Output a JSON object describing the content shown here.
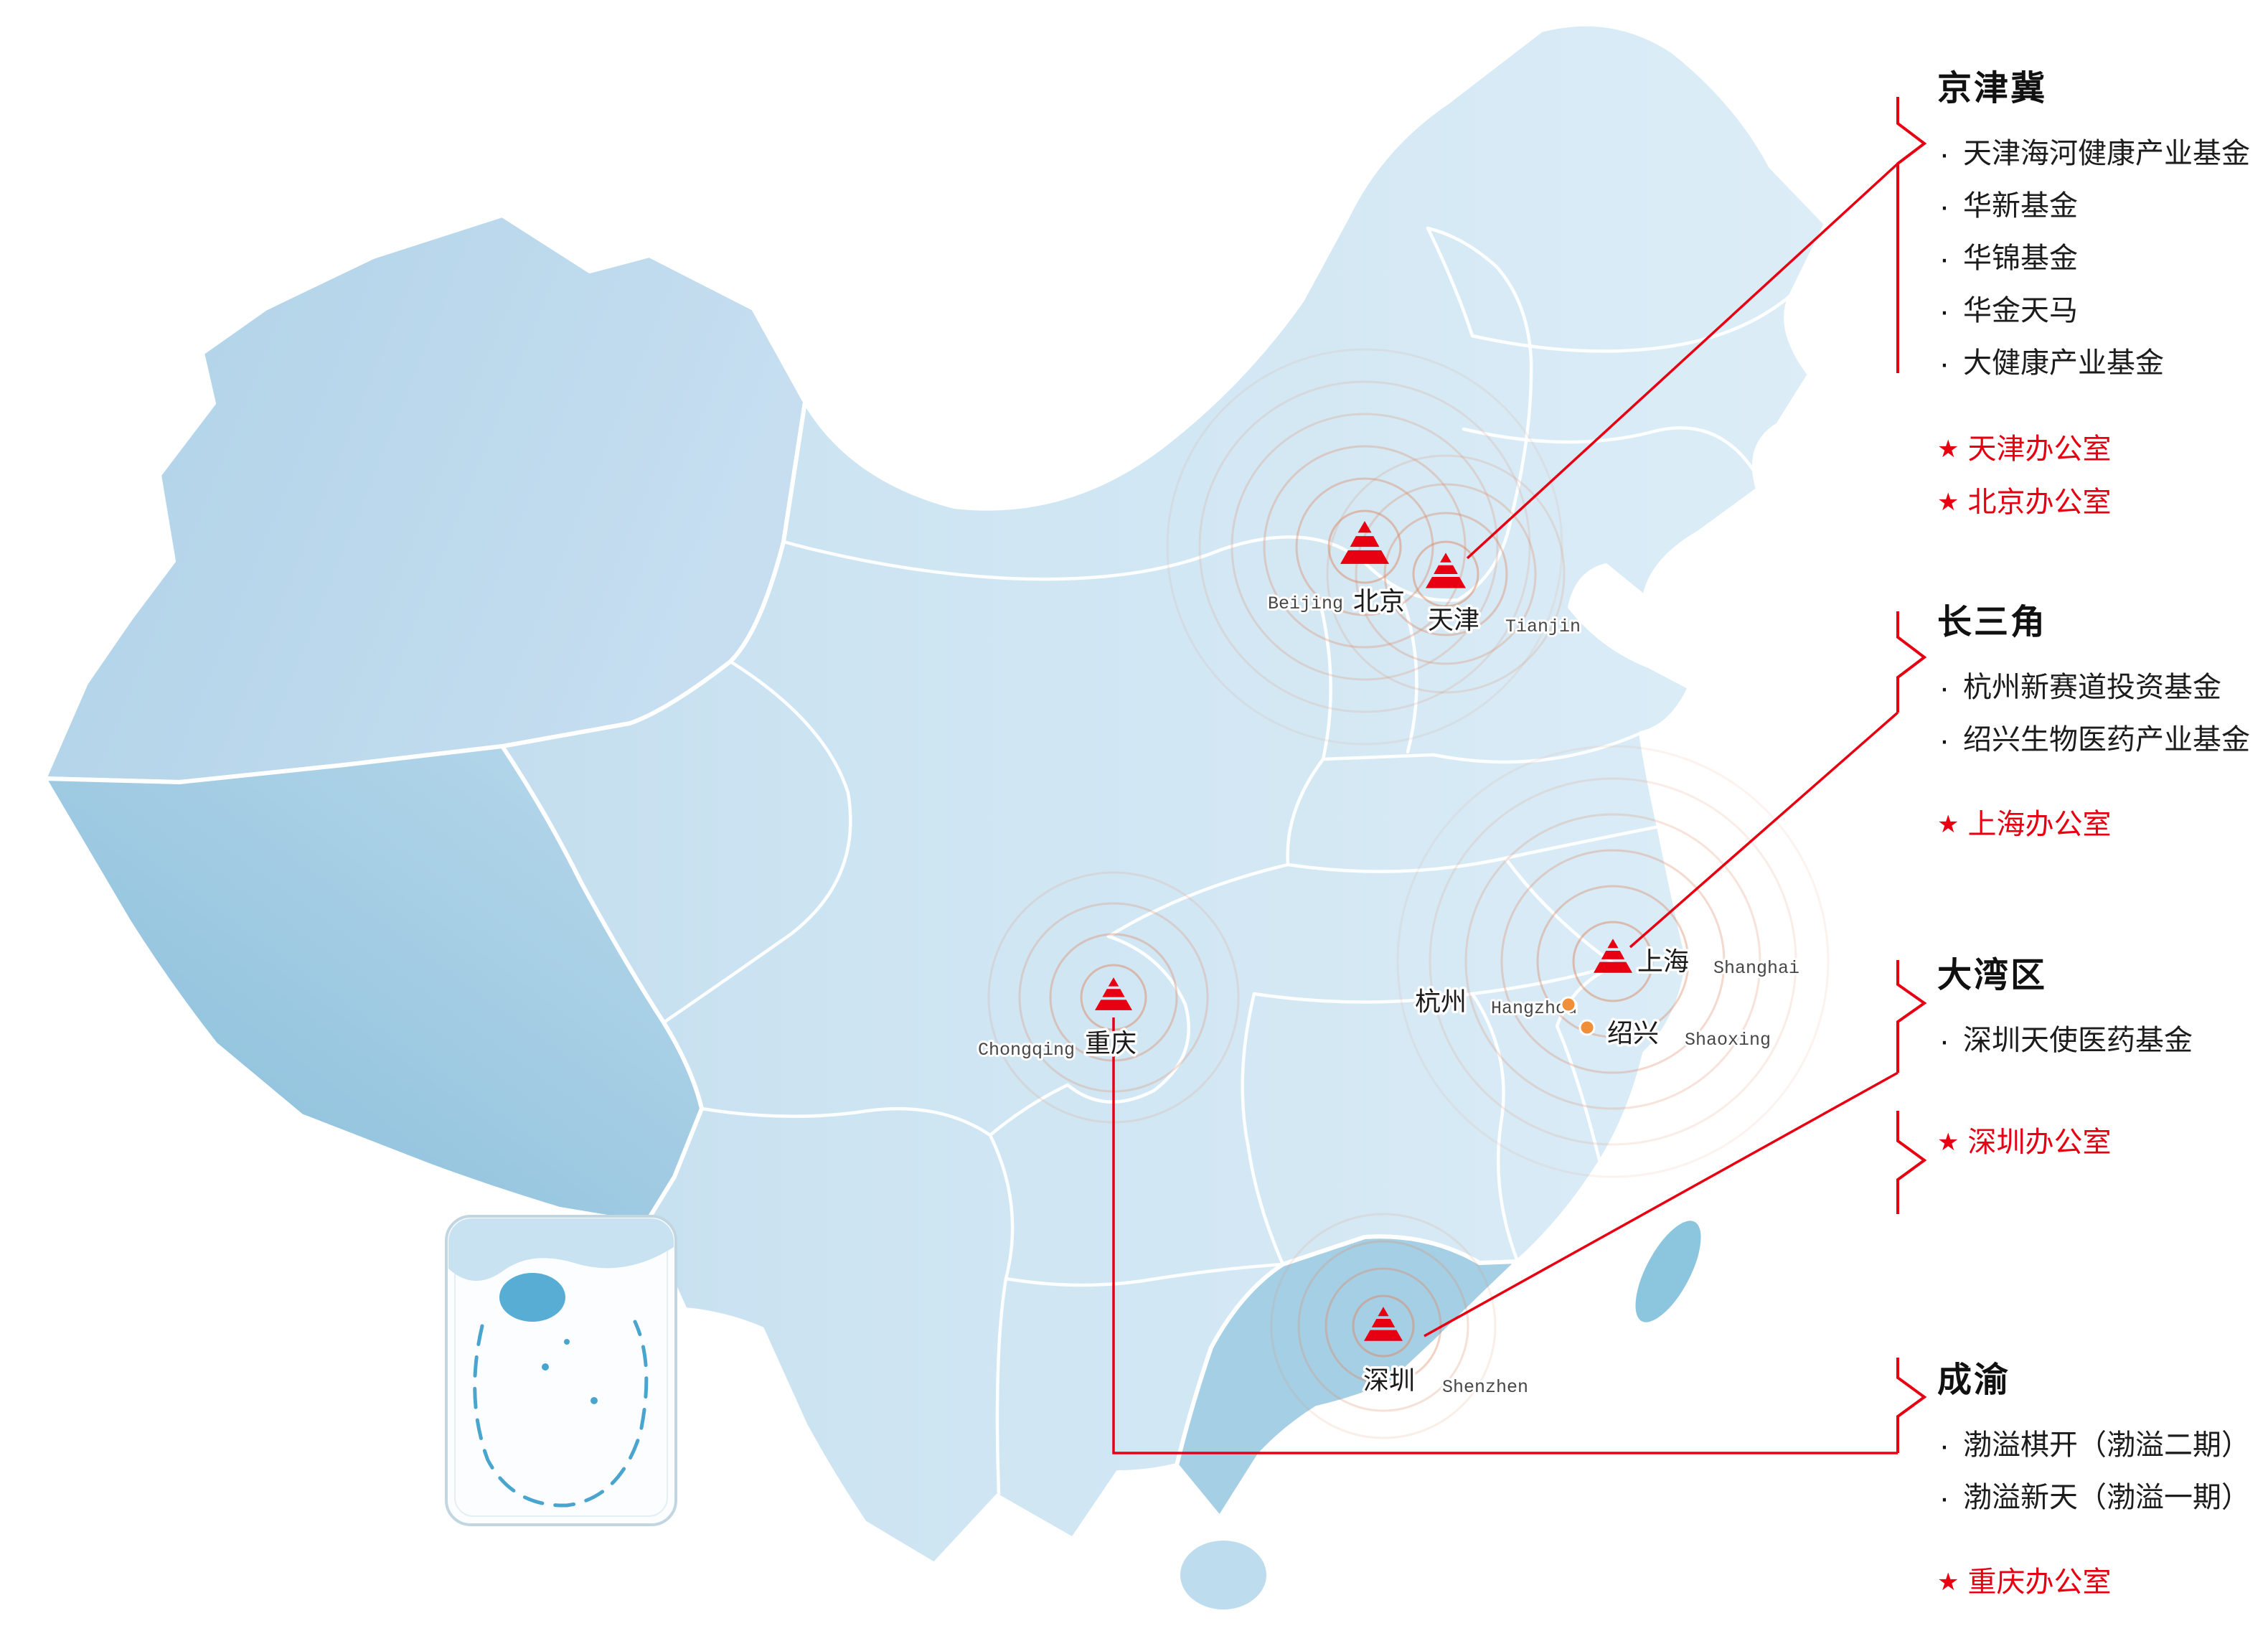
{
  "map": {
    "cities": [
      {
        "zh": "北京",
        "en": "Beijing"
      },
      {
        "zh": "天津",
        "en": "Tianjin"
      },
      {
        "zh": "上海",
        "en": "Shanghai"
      },
      {
        "zh": "杭州",
        "en": "Hangzhou"
      },
      {
        "zh": "绍兴",
        "en": "Shaoxing"
      },
      {
        "zh": "重庆",
        "en": "Chongqing"
      },
      {
        "zh": "深圳",
        "en": "Shenzhen"
      }
    ]
  },
  "regions": [
    {
      "title": "京津冀",
      "funds": [
        "天津海河健康产业基金",
        "华新基金",
        "华锦基金",
        "华金天马",
        "大健康产业基金"
      ],
      "offices": [
        "天津办公室",
        "北京办公室"
      ]
    },
    {
      "title": "长三角",
      "funds": [
        "杭州新赛道投资基金",
        "绍兴生物医药产业基金"
      ],
      "offices": [
        "上海办公室"
      ]
    },
    {
      "title": "大湾区",
      "funds": [
        "深圳天使医药基金"
      ],
      "offices": [
        "深圳办公室"
      ]
    },
    {
      "title": "成渝",
      "funds": [
        "渤溢棋开（渤溢二期）",
        "渤溢新天（渤溢一期）"
      ],
      "offices": [
        "重庆办公室"
      ]
    }
  ],
  "icons": {
    "bullet": "·",
    "office_star": "★",
    "city_marker": "triangle-stripes-logo"
  },
  "colors": {
    "accent_red": "#e60012",
    "ring_orange": "#dd8a66",
    "map_base_blue": "#cde4f2",
    "map_west_blue": "#8fc0db",
    "island_blue": "#57add4"
  }
}
